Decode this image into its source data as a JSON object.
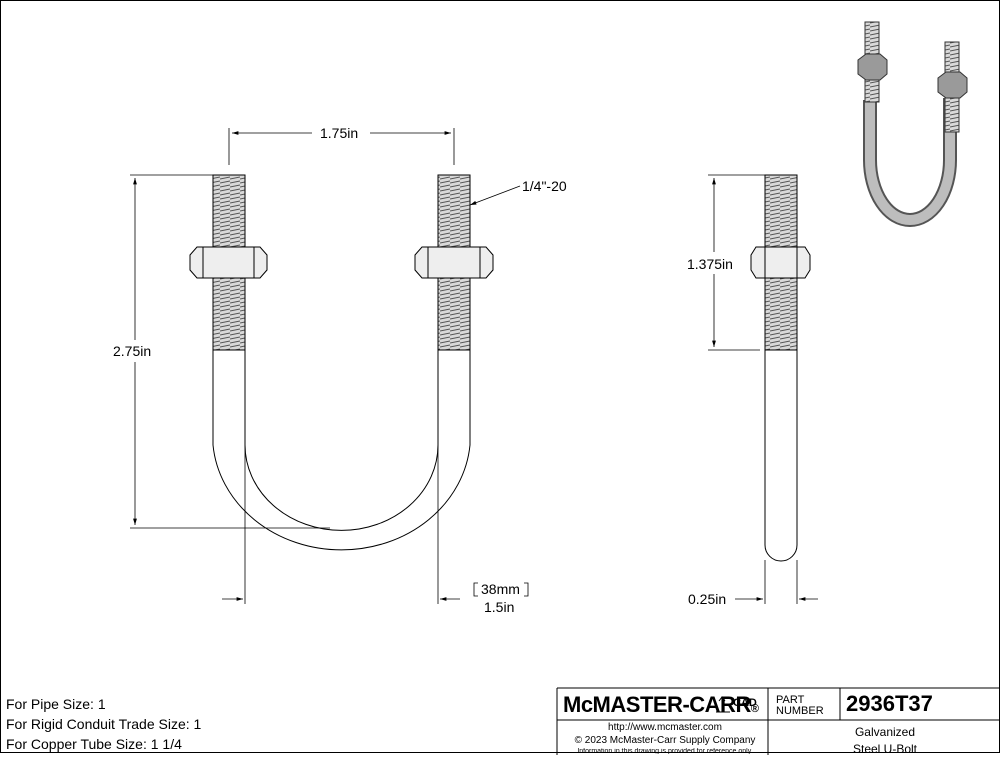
{
  "dimensions": {
    "width_top": "1.75in",
    "thread_spec": "1/4\"-20",
    "height": "2.75in",
    "thread_length": "1.375in",
    "inner_mm": "38mm",
    "inner_in": "1.5in",
    "rod_diameter": "0.25in"
  },
  "notes": [
    "For Pipe Size: 1",
    "For Rigid Conduit Trade Size: 1",
    "For Copper Tube Size: 1 1/4"
  ],
  "title_block": {
    "brand": "McMASTER-CARR",
    "brand_suffix": "®",
    "cad_label": "CAD",
    "url": "http://www.mcmaster.com",
    "copyright": "© 2023 McMaster-Carr Supply Company",
    "disclaimer": "Information in this drawing is provided for reference only.",
    "part_label_1": "PART",
    "part_label_2": "NUMBER",
    "part_number": "2936T37",
    "description_1": "Galvanized",
    "description_2": "Steel U-Bolt"
  }
}
